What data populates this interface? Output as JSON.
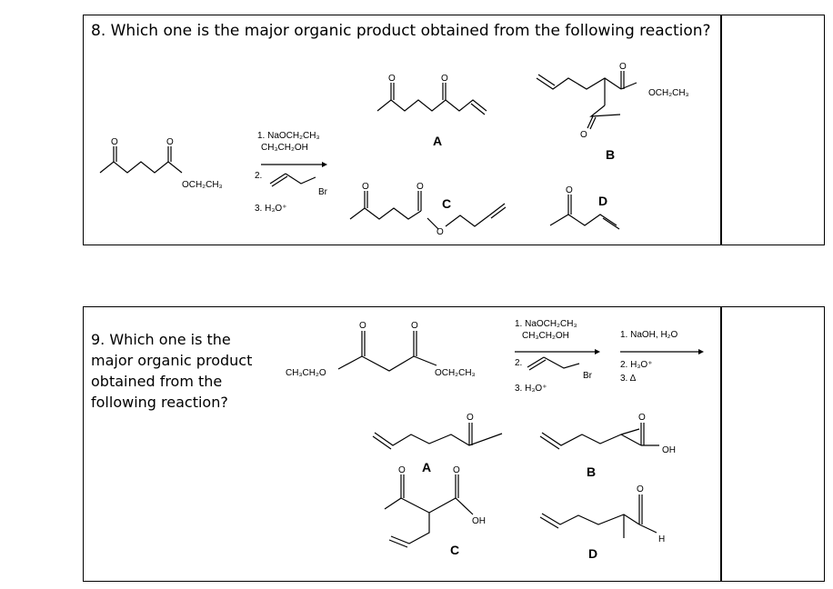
{
  "q8": {
    "question": "8. Which one is the major organic product obtained from the following reaction?",
    "reactant_group": "OCH₂CH₃",
    "reagents": [
      "1. NaOCH₂CH₃",
      "CH₃CH₂OH",
      "2.",
      "Br",
      "3. H₃O⁺"
    ],
    "choices": [
      {
        "label": "A"
      },
      {
        "label": "B",
        "group": "OCH₂CH₃"
      },
      {
        "label": "C"
      },
      {
        "label": "D"
      }
    ]
  },
  "q9": {
    "question": "9. Which one is the major organic product obtained from the following reaction?",
    "reactant_left": "CH₃CH₂O",
    "reactant_right": "OCH₂CH₃",
    "reagents_step1": [
      "1. NaOCH₂CH₃",
      "CH₃CH₂OH",
      "2.",
      "Br",
      "3. H₃O⁺"
    ],
    "reagents_step2": [
      "1. NaOH, H₂O",
      "2. H₃O⁺",
      "3. Δ"
    ],
    "choices": [
      {
        "label": "A"
      },
      {
        "label": "B",
        "group": "OH"
      },
      {
        "label": "C",
        "group": "OH"
      },
      {
        "label": "D",
        "group": "H"
      }
    ]
  }
}
